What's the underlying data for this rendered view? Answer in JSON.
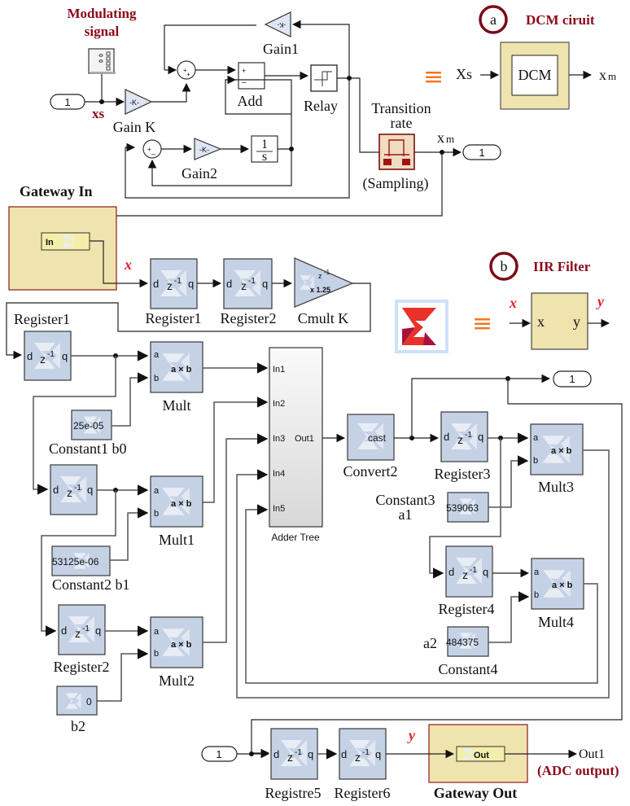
{
  "panel_a": {
    "badge": "a",
    "title": "DCM ciruit",
    "modulating_signal_label_line1": "Modulating",
    "modulating_signal_label_line2": "signal",
    "inport_label": "1",
    "xs_label": "xs",
    "gain_k_label": "Gain K",
    "gain_k_glyph": "-K-",
    "gain1_label": "Gain1",
    "gain1_glyph": "-K-",
    "gain2_label": "Gain2",
    "gain2_glyph": "-K-",
    "add_label": "Add",
    "relay_label": "Relay",
    "integrator_num": "1",
    "integrator_den": "s",
    "transition_rate_line1": "Transition",
    "transition_rate_line2": "rate",
    "sampling_label": "(Sampling)",
    "xm_label": "x",
    "xm_sub": "m",
    "outport_label": "1",
    "equiv_symbol": "≡",
    "dcm_block": {
      "input": "Xs",
      "name": "DCM",
      "output": "x",
      "output_sub": "m"
    }
  },
  "panel_b": {
    "badge": "b",
    "title": "IIR Filter",
    "gateway_in_title": "Gateway In",
    "gateway_in_block": "In",
    "x_label": "x",
    "register1_label": "Register1",
    "register2_label": "Register2",
    "cmult_label": "Cmult K",
    "cmult_glyph_top": "z",
    "cmult_glyph_exp": "-1",
    "cmult_glyph_gain": "x 1.25",
    "equiv_symbol": "≡",
    "iir_block": {
      "in_var": "x",
      "in_port": "x",
      "out_port": "y",
      "out_var": "y"
    }
  },
  "filter": {
    "feedback_register1_label": "Register1",
    "delay_d": "d",
    "delay_q": "q",
    "delay_z": "z",
    "delay_exp": "-1",
    "mult_glyph": "a × b",
    "mult_a": "a",
    "mult_b": "b",
    "mult_label": "Mult",
    "constant1_value": "25e-05",
    "constant1_label": "Constant1  b0",
    "mult1_label": "Mult1",
    "constant2_value": "53125e-06",
    "constant2_label": "Constant2  b1",
    "register2_label": "Register2",
    "mult2_label": "Mult2",
    "b2_value": "0",
    "b2_label": "b2",
    "adder_tree_label": "Adder Tree",
    "adder_inputs": [
      "In1",
      "In2",
      "In3",
      "In4",
      "In5"
    ],
    "adder_output": "Out1",
    "convert_glyph": "cast",
    "convert_label": "Convert2",
    "register3_label": "Register3",
    "outport_label": "1",
    "mult3_label": "Mult3",
    "constant3_value": "539063",
    "constant3_label_line1": "Constant3",
    "constant3_label_line2": "a1",
    "register4_label": "Register4",
    "mult4_label": "Mult4",
    "constant4_value": "484375",
    "constant4_label": "Constant4",
    "a2_label": "a2"
  },
  "output_chain": {
    "inport_label": "1",
    "registre5_label": "Registre5",
    "register6_label": "Register6",
    "y_label": "y",
    "gateway_out_block": "Out",
    "gateway_out_title": "Gateway Out",
    "out1_label": "Out1",
    "adc_output_label": "(ADC output)"
  },
  "colors": {
    "title_red": "#8b0a1a",
    "var_red": "#e0202a",
    "equiv_orange": "#f07820",
    "xilinx_block": "#c5d2e6",
    "gateway_fill": "#efe3ae"
  }
}
